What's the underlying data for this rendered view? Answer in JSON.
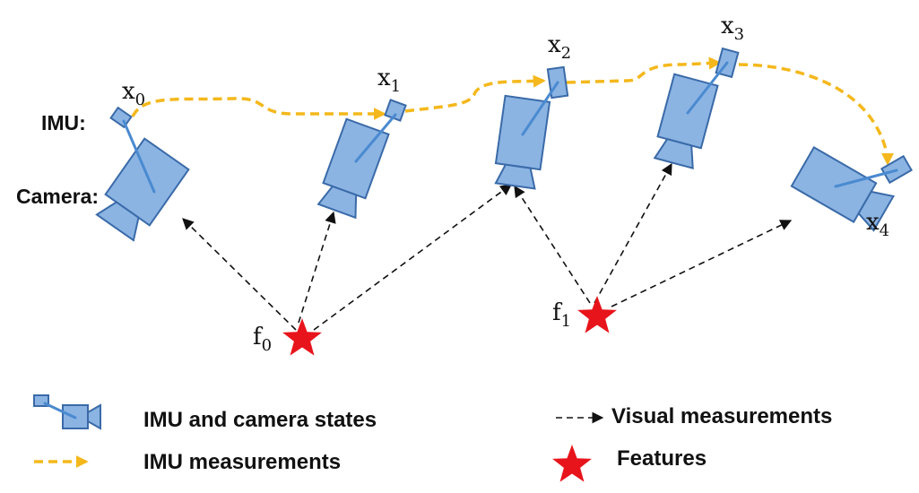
{
  "labels": {
    "imu_row": "IMU:",
    "camera_row": "Camera:"
  },
  "states": [
    {
      "base": "x",
      "sub": "0"
    },
    {
      "base": "x",
      "sub": "1"
    },
    {
      "base": "x",
      "sub": "2"
    },
    {
      "base": "x",
      "sub": "3"
    },
    {
      "base": "x",
      "sub": "4"
    }
  ],
  "features": [
    {
      "base": "f",
      "sub": "0"
    },
    {
      "base": "f",
      "sub": "1"
    }
  ],
  "legend": {
    "camera_states": "IMU and camera states",
    "imu_measurements": "IMU measurements",
    "visual_measurements": "Visual measurements",
    "features": "Features"
  },
  "colors": {
    "camera_fill": "#8bb4e3",
    "camera_stroke": "#3a6aa8",
    "imu_arrow": "#f4b81c",
    "feature_star": "#e8141b",
    "visual_arrow": "#111111"
  }
}
